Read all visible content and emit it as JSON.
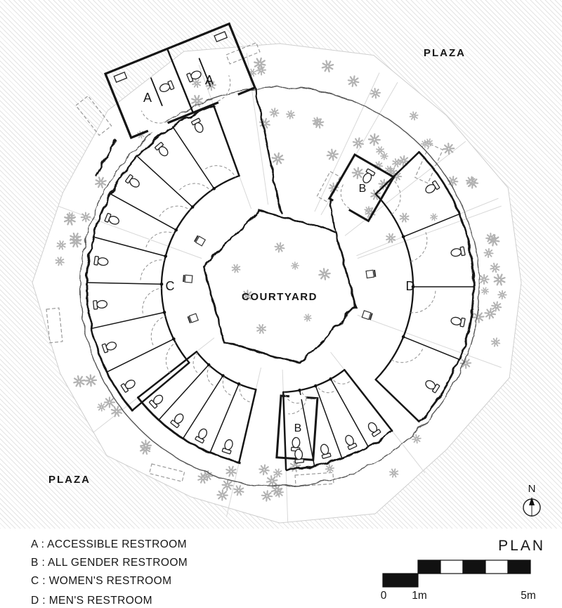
{
  "labels": {
    "plaza_top": "PLAZA",
    "plaza_bottom": "PLAZA",
    "courtyard": "COURTYARD",
    "plan": "PLAN",
    "north": "N",
    "zone_a": "A",
    "zone_b": "B",
    "zone_c": "C",
    "zone_d": "D"
  },
  "legend": [
    {
      "label": "A : ACCESSIBLE RESTROOM"
    },
    {
      "label": "B : ALL GENDER RESTROOM"
    },
    {
      "label": "C : WOMEN'S RESTROOM"
    },
    {
      "label": "D : MEN'S RESTROOM"
    }
  ],
  "scale_bar": {
    "start": "0",
    "mid": "1m",
    "end": "5m"
  },
  "colors": {
    "wall": "#151515",
    "flower": "#b2b2b2",
    "faint": "#d8d8d8",
    "hatch": "#e4e4e4"
  }
}
